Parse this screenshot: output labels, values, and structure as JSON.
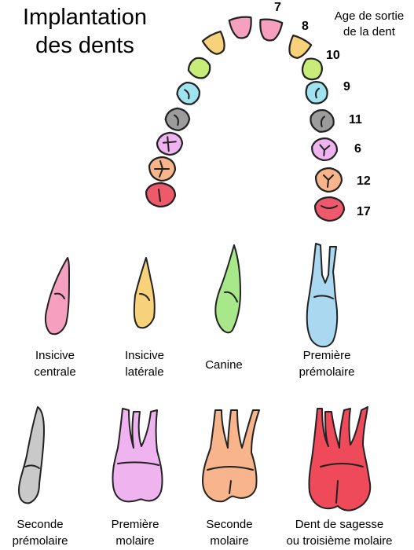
{
  "title": {
    "line1": "Implantation",
    "line2": "des dents"
  },
  "legend": {
    "line1": "Age de sortie",
    "line2": "de la dent"
  },
  "ages": [
    "7",
    "8",
    "10",
    "9",
    "11",
    "6",
    "12",
    "17"
  ],
  "arch_colors": [
    "#f5a0bf",
    "#f7d27a",
    "#c8ec7a",
    "#9fe3ee",
    "#9c9c9c",
    "#efb3f0",
    "#f8b48a",
    "#ee5a6c"
  ],
  "teeth": [
    {
      "line1": "Insicive",
      "line2": "centrale",
      "color": "#f5a0bf"
    },
    {
      "line1": "Insicive",
      "line2": "latérale",
      "color": "#f7d27a"
    },
    {
      "line1": "Canine",
      "line2": "",
      "color": "#a8e88a"
    },
    {
      "line1": "Première",
      "line2": "prémolaire",
      "color": "#a9d8f0"
    },
    {
      "line1": "Seconde",
      "line2": "prémolaire",
      "color": "#c9c9c9"
    },
    {
      "line1": "Première",
      "line2": "molaire",
      "color": "#efb3f0"
    },
    {
      "line1": "Seconde",
      "line2": "molaire",
      "color": "#f8b48a"
    },
    {
      "line1": "Dent de sagesse",
      "line2": "ou troisième molaire",
      "color": "#ee4a5a"
    }
  ]
}
